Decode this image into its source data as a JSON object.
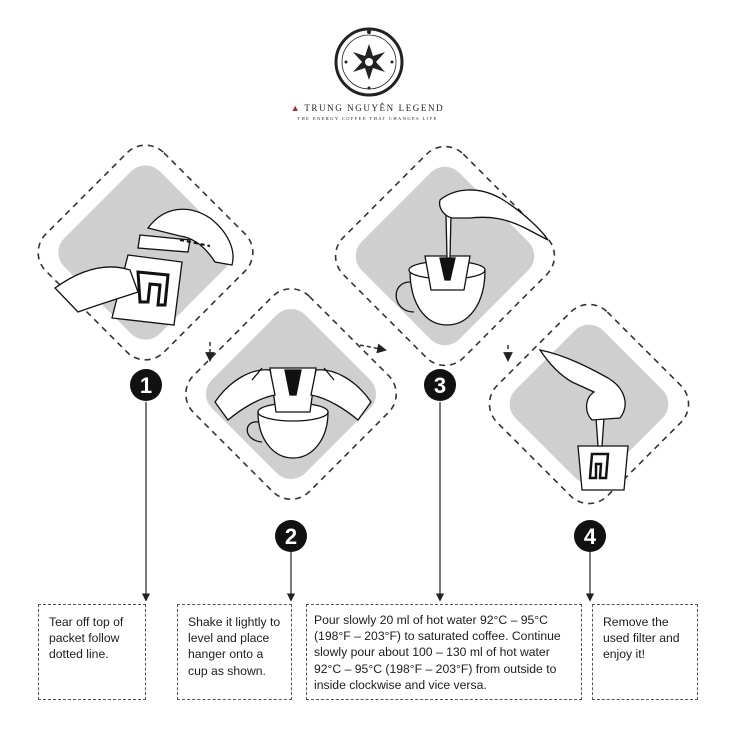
{
  "brand": {
    "name": "TRUNG NGUYÊN LEGEND",
    "tagline": "THE ENERGY COFFEE THAT CHANGES LIFE",
    "logo_icon": "compass-star-emblem-icon",
    "accent_color": "#b3262c"
  },
  "steps": [
    {
      "number": "1",
      "icon": "tear-packet-illustration",
      "text": "Tear off top of packet follow dotted line."
    },
    {
      "number": "2",
      "icon": "hang-filter-on-cup-illustration",
      "text": "Shake it lightly to level and place hanger onto a cup as shown."
    },
    {
      "number": "3",
      "icon": "pour-water-illustration",
      "text": "Pour slowly 20 ml of hot water 92°C – 95°C (198°F – 203°F) to saturated coffee. Continue slowly pour about 100 – 130 ml of hot water 92°C – 95°C (198°F – 203°F) from outside to inside clockwise and vice versa."
    },
    {
      "number": "4",
      "icon": "remove-filter-illustration",
      "text": "Remove the used filter and enjoy it!"
    }
  ],
  "colors": {
    "panel": "#cfcfcf",
    "ink": "#1c1c1c",
    "badge": "#111111"
  }
}
